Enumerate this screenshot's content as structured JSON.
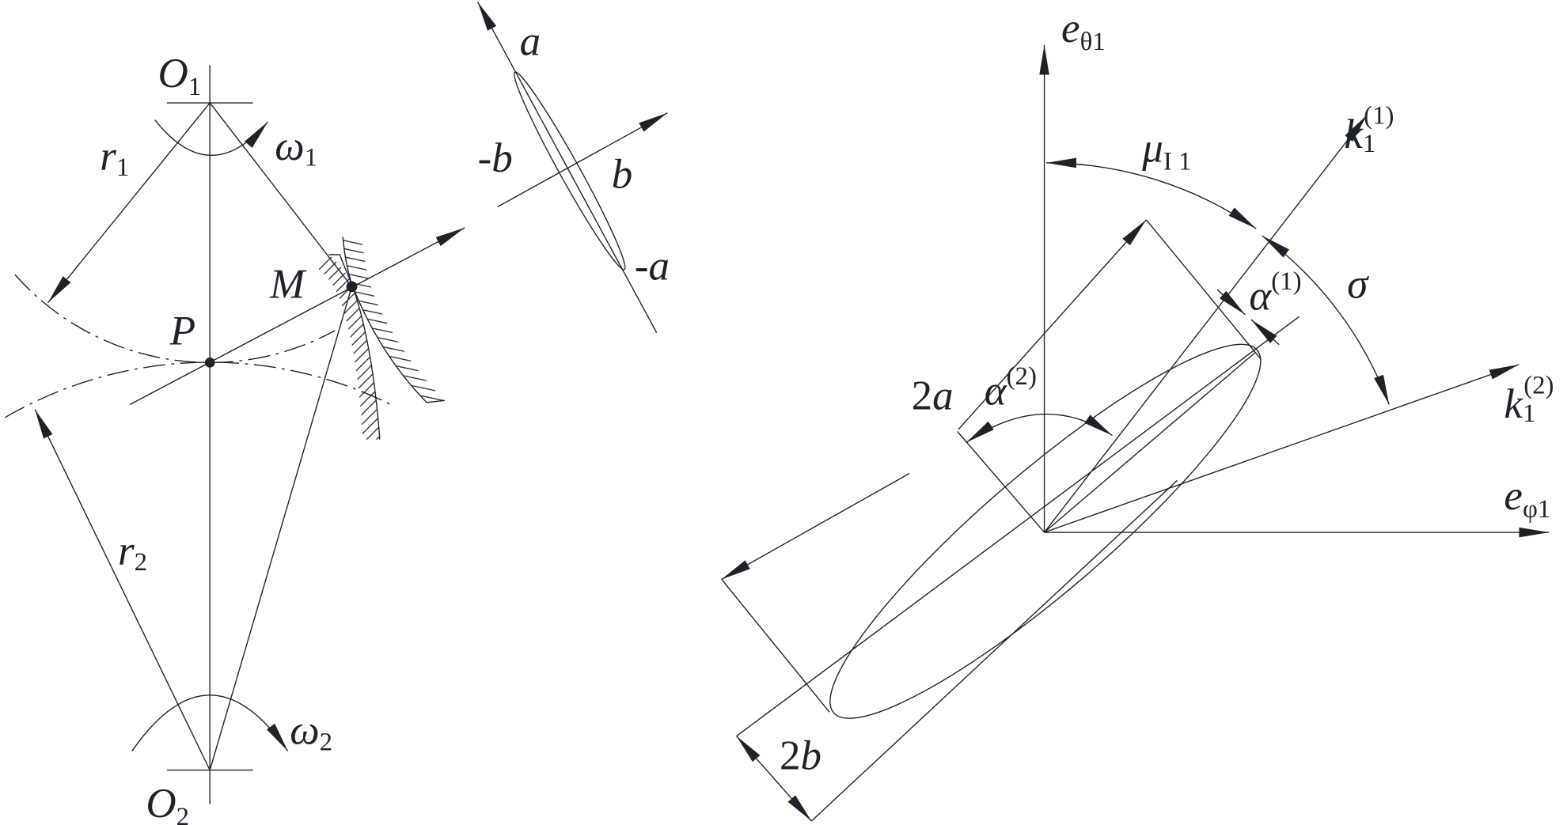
{
  "gear_pair": {
    "O1": {
      "base": "O",
      "sub": "1"
    },
    "O2": {
      "base": "O",
      "sub": "2"
    },
    "omega1": {
      "base": "ω",
      "sub": "1"
    },
    "omega2": {
      "base": "ω",
      "sub": "2"
    },
    "r1": {
      "base": "r",
      "sub": "1"
    },
    "r2": {
      "base": "r",
      "sub": "2"
    },
    "P": "P",
    "M": "M"
  },
  "contact_ellipse": {
    "a": "a",
    "minus_a": "-a",
    "b": "b",
    "minus_b": "-b"
  },
  "ellipse_frame": {
    "e_theta": {
      "base": "e",
      "sub": "θ1"
    },
    "e_phi": {
      "base": "e",
      "sub": "φ1"
    },
    "mu": {
      "base": "μ",
      "sub": "I 1"
    },
    "k1_1": {
      "base": "k",
      "sub": "1",
      "sup": "(1)"
    },
    "k1_2": {
      "base": "k",
      "sub": "1",
      "sup": "(2)"
    },
    "sigma": "σ",
    "alpha1": {
      "base": "α",
      "sup": "(1)"
    },
    "alpha2": {
      "base": "α",
      "sup": "(2)"
    },
    "two_a": {
      "num": "2",
      "var": "a"
    },
    "two_b": {
      "num": "2",
      "var": "b"
    }
  }
}
